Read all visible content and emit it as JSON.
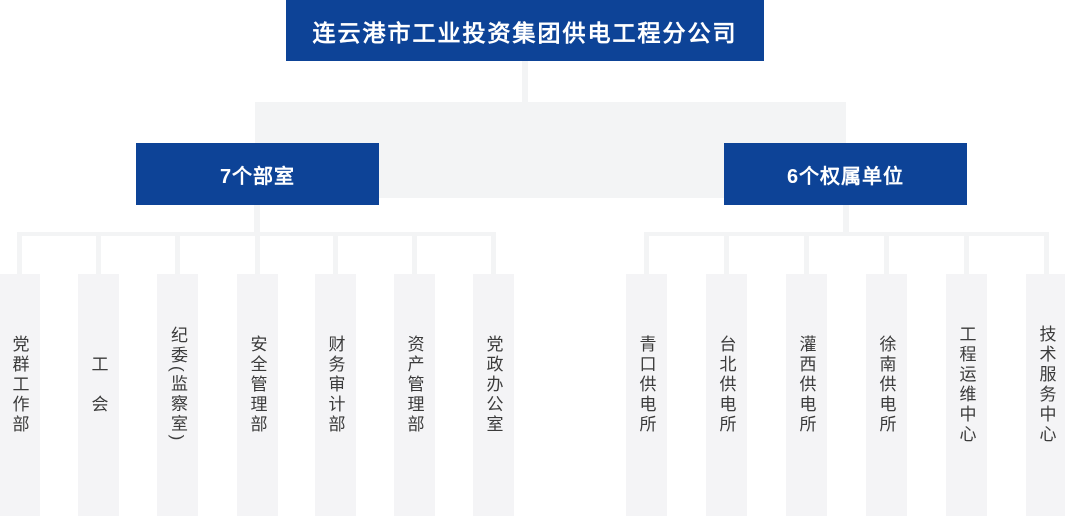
{
  "org_chart": {
    "root": {
      "label": "连云港市工业投资集团供电工程分公司"
    },
    "groups": [
      {
        "label": "7个部室",
        "children": [
          {
            "label": "党群工作部"
          },
          {
            "label": "工　会"
          },
          {
            "label": "纪委(监察室)"
          },
          {
            "label": "安全管理部"
          },
          {
            "label": "财务审计部"
          },
          {
            "label": "资产管理部"
          },
          {
            "label": "党政办公室"
          }
        ]
      },
      {
        "label": "6个权属单位",
        "children": [
          {
            "label": "青口供电所"
          },
          {
            "label": "台北供电所"
          },
          {
            "label": "灌西供电所"
          },
          {
            "label": "徐南供电所"
          },
          {
            "label": "工程运维中心"
          },
          {
            "label": "技术服务中心"
          }
        ]
      }
    ]
  },
  "colors": {
    "node_blue": "#0d4397",
    "connector_gray": "#f3f4f5",
    "leaf_bg": "#f4f4f6",
    "leaf_text": "#3b3b3b",
    "node_text": "#ffffff"
  }
}
